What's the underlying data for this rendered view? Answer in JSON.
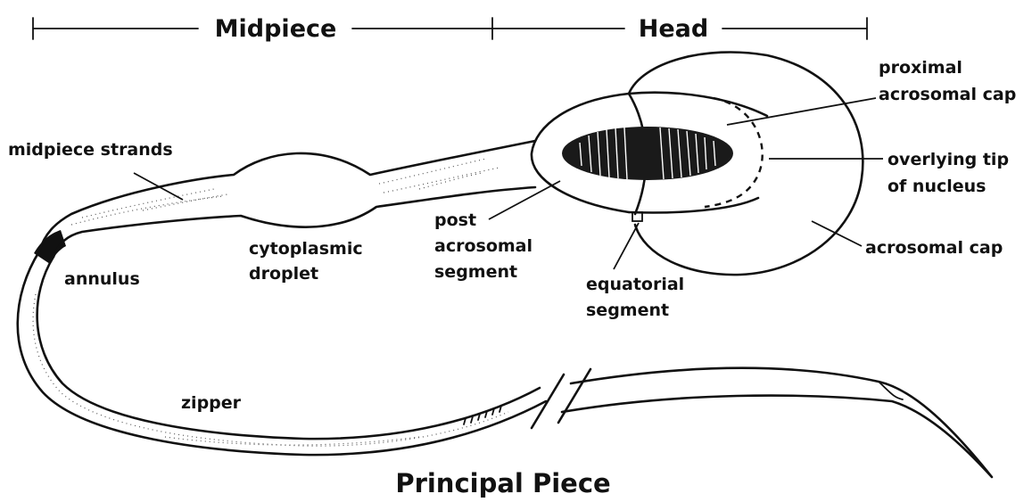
{
  "headers": {
    "midpiece": "Midpiece",
    "head": "Head",
    "principal_piece": "Principal Piece"
  },
  "labels": {
    "midpiece_strands": "midpiece strands",
    "annulus": "annulus",
    "cytoplasmic_line1": "cytoplasmic",
    "cytoplasmic_line2": "droplet",
    "post_line1": "post",
    "post_line2": "acrosomal",
    "post_line3": "segment",
    "equatorial_line1": "equatorial",
    "equatorial_line2": "segment",
    "proximal_line1": "proximal",
    "proximal_line2": "acrosomal cap",
    "overlying_line1": "overlying tip",
    "overlying_line2": "of nucleus",
    "acrosomal_cap": "acrosomal cap",
    "zipper": "zipper"
  }
}
